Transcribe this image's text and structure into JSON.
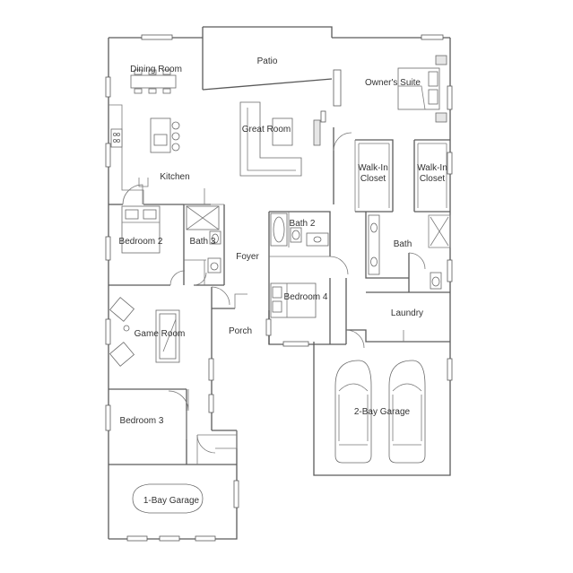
{
  "plan": {
    "rooms": [
      {
        "id": "patio",
        "label": "Patio"
      },
      {
        "id": "dining-room",
        "label": "Dining Room"
      },
      {
        "id": "owners-suite",
        "label": "Owner's Suite"
      },
      {
        "id": "great-room",
        "label": "Great Room"
      },
      {
        "id": "kitchen",
        "label": "Kitchen"
      },
      {
        "id": "walk-in-closet-1",
        "label": "Walk-In\nCloset"
      },
      {
        "id": "walk-in-closet-2",
        "label": "Walk-In\nCloset"
      },
      {
        "id": "bath-2",
        "label": "Bath 2"
      },
      {
        "id": "bedroom-2",
        "label": "Bedroom 2"
      },
      {
        "id": "bath-3",
        "label": "Bath 3"
      },
      {
        "id": "bath",
        "label": "Bath"
      },
      {
        "id": "foyer",
        "label": "Foyer"
      },
      {
        "id": "bedroom-4",
        "label": "Bedroom 4"
      },
      {
        "id": "laundry",
        "label": "Laundry"
      },
      {
        "id": "game-room",
        "label": "Game Room"
      },
      {
        "id": "porch",
        "label": "Porch"
      },
      {
        "id": "two-bay-garage",
        "label": "2-Bay Garage"
      },
      {
        "id": "bedroom-3",
        "label": "Bedroom 3"
      },
      {
        "id": "one-bay-garage",
        "label": "1-Bay Garage"
      }
    ]
  }
}
